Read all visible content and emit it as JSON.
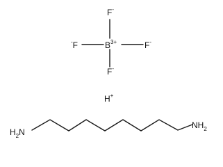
{
  "molecule": {
    "boron": {
      "symbol": "B",
      "charge": "3+"
    },
    "fluorines": [
      {
        "symbol": "F",
        "charge": "-"
      },
      {
        "symbol": "F",
        "charge": "-"
      },
      {
        "symbol": "F",
        "charge": "-"
      },
      {
        "symbol": "F",
        "charge": "-"
      }
    ],
    "proton": {
      "symbol": "H",
      "charge": "+"
    },
    "amines": [
      {
        "symbol": "H2N",
        "main": "H",
        "sub": "2",
        "tail": "N"
      },
      {
        "symbol": "NH2",
        "main": "NH",
        "sub": "2"
      }
    ]
  }
}
